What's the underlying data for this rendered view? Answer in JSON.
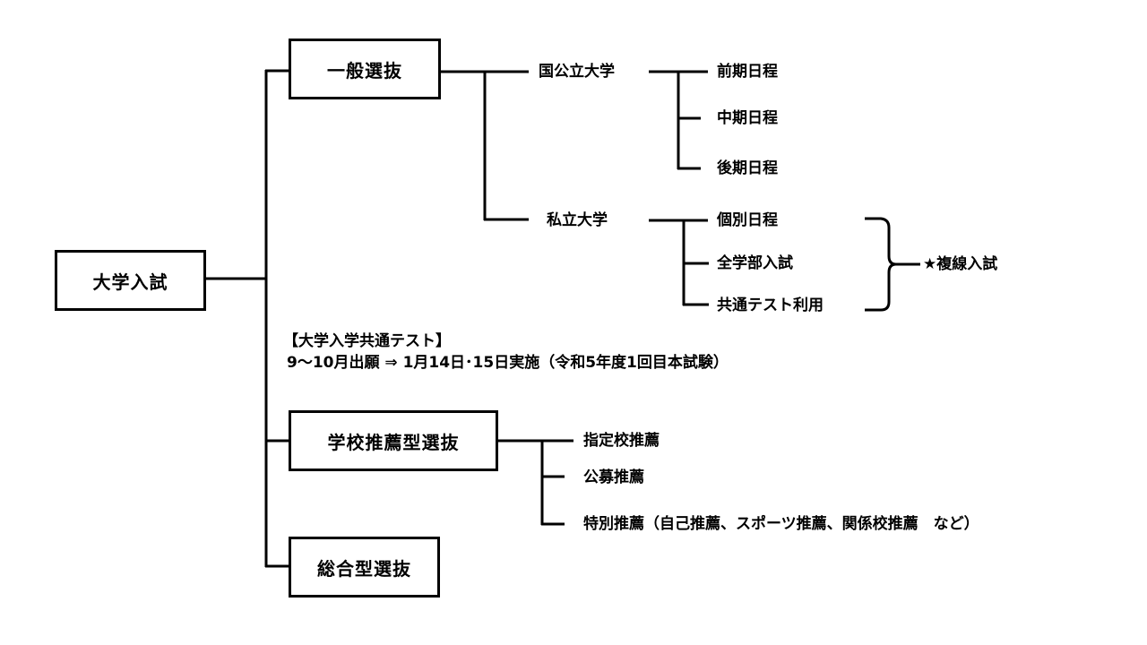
{
  "root": {
    "label": "大学入試"
  },
  "categories": [
    {
      "label": "一般選抜"
    },
    {
      "label": "学校推薦型選抜"
    },
    {
      "label": "総合型選抜"
    }
  ],
  "general": {
    "national": {
      "label": "国公立大学",
      "items": [
        "前期日程",
        "中期日程",
        "後期日程"
      ]
    },
    "private": {
      "label": "私立大学",
      "items": [
        "個別日程",
        "全学部入試",
        "共通テスト利用"
      ],
      "brace_label": "★複線入試"
    }
  },
  "common_test": {
    "title": "【大学入学共通テスト】",
    "detail": "9～10月出願 ⇒ 1月14日･15日実施（令和5年度1回目本試験）"
  },
  "recommendation": {
    "items": [
      "指定校推薦",
      "公募推薦",
      "特別推薦（自己推薦、スポーツ推薦、関係校推薦　など）"
    ]
  },
  "colors": {
    "line": "#000000",
    "text": "#000000",
    "background": "#ffffff"
  }
}
